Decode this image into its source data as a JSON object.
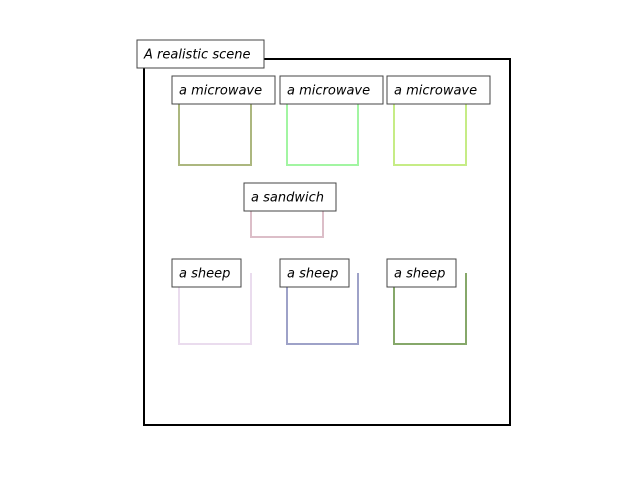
{
  "scene": {
    "label": "A realistic scene"
  },
  "objects": [
    {
      "label": "a microwave",
      "color": "#acb77f"
    },
    {
      "label": "a microwave",
      "color": "#a2f5a2"
    },
    {
      "label": "a microwave",
      "color": "#c6ec86"
    },
    {
      "label": "a sandwich",
      "color": "#dcbec8"
    },
    {
      "label": "a sheep",
      "color": "#eadcee"
    },
    {
      "label": "a sheep",
      "color": "#9ea2c8"
    },
    {
      "label": "a sheep",
      "color": "#86a86a"
    }
  ]
}
